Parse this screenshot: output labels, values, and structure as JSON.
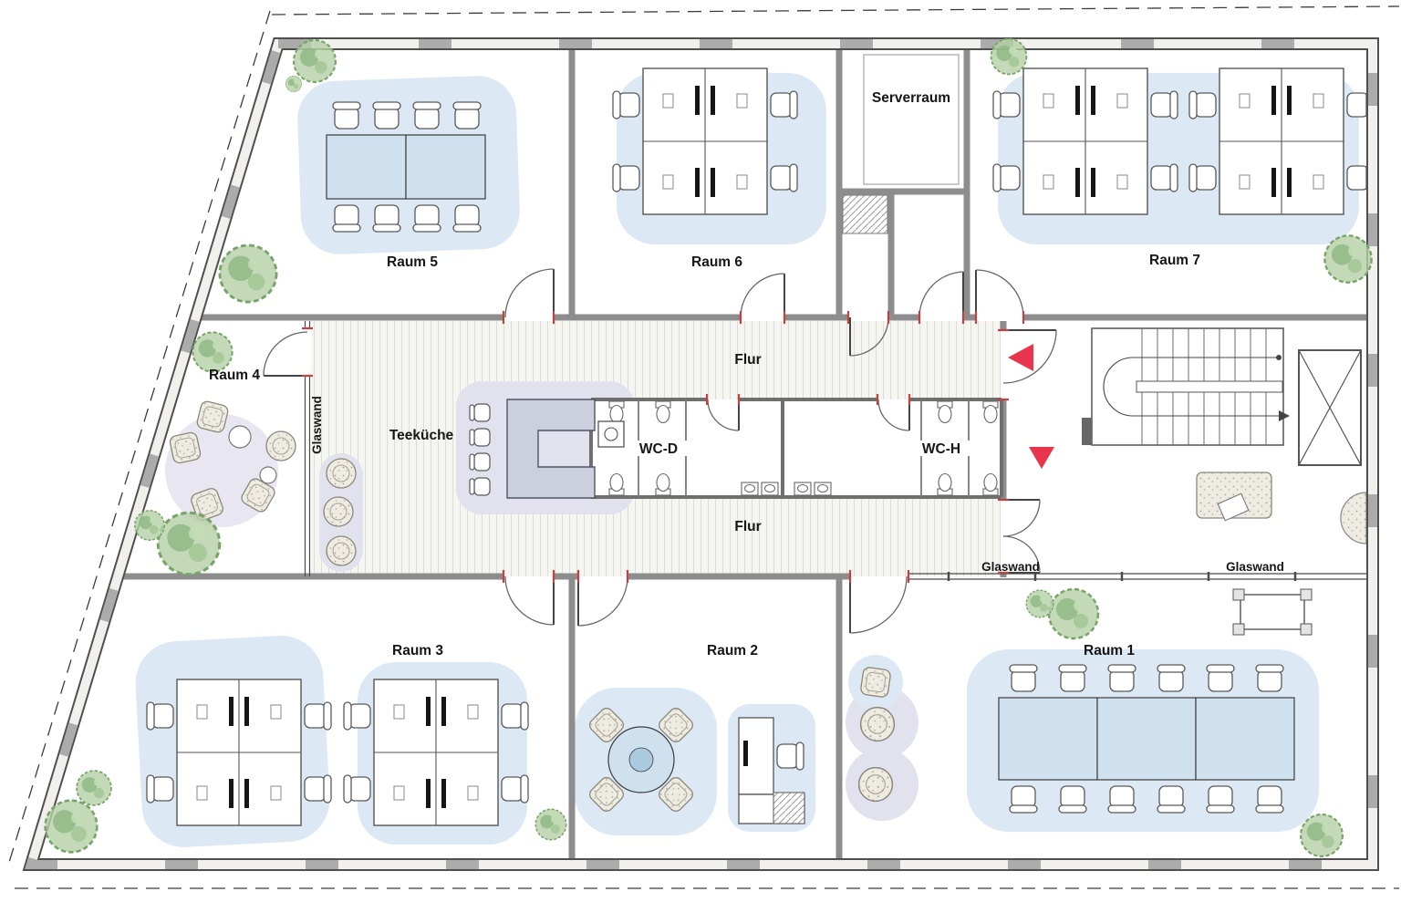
{
  "labels": {
    "raum1": "Raum 1",
    "raum2": "Raum 2",
    "raum3": "Raum 3",
    "raum4": "Raum 4",
    "raum5": "Raum 5",
    "raum6": "Raum 6",
    "raum7": "Raum 7",
    "serverraum": "Serverraum",
    "teekueche": "Teeküche",
    "flur_top": "Flur",
    "flur_bottom": "Flur",
    "wc_d": "WC-D",
    "wc_h": "WC-H",
    "glaswand_raum4": "Glaswand",
    "glaswand_mid": "Glaswand",
    "glaswand_right": "Glaswand"
  },
  "colors": {
    "zone_blue": "#dce8f3",
    "zone_lavender": "#e2e1ee",
    "furniture_blue": "#cfe1ef",
    "wall_pier_gray": "#ababab",
    "wall_dark": "#4f4f4f",
    "tree_green": "#8fb884",
    "accent_red": "#e8354d",
    "door_jamb_red": "#c4413d"
  }
}
